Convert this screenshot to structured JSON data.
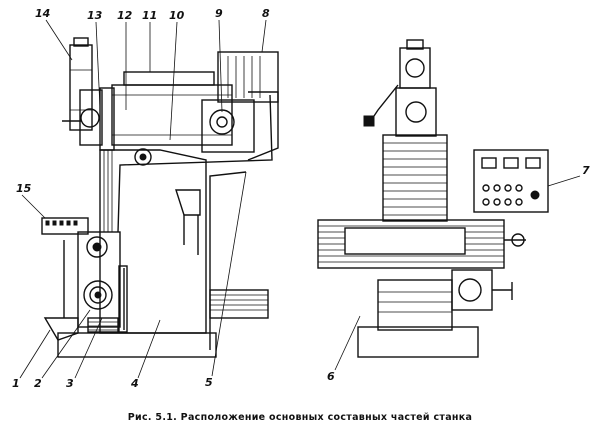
{
  "figure": {
    "caption": "Рис. 5.1. Расположение основных составных частей станка"
  },
  "callouts": [
    {
      "id": "1",
      "label": "1"
    },
    {
      "id": "2",
      "label": "2"
    },
    {
      "id": "3",
      "label": "3"
    },
    {
      "id": "4",
      "label": "4"
    },
    {
      "id": "5",
      "label": "5"
    },
    {
      "id": "6",
      "label": "6"
    },
    {
      "id": "7",
      "label": "7"
    },
    {
      "id": "8",
      "label": "8"
    },
    {
      "id": "9",
      "label": "9"
    },
    {
      "id": "10",
      "label": "10"
    },
    {
      "id": "11",
      "label": "11"
    },
    {
      "id": "12",
      "label": "12"
    },
    {
      "id": "13",
      "label": "13"
    },
    {
      "id": "14",
      "label": "14"
    },
    {
      "id": "15",
      "label": "15"
    }
  ]
}
